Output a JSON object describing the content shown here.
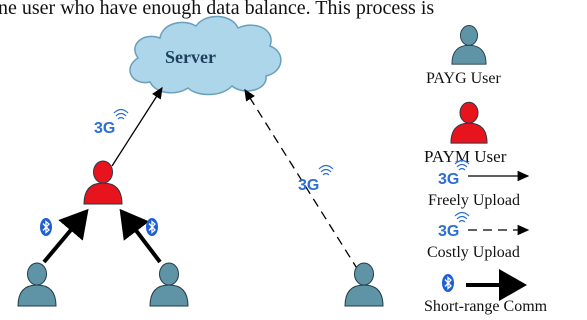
{
  "header": {
    "partial_text": "ne user who have enough data balance. This process is"
  },
  "diagram": {
    "server_label": "Server",
    "link_label_upload": "3G",
    "link_label_costly": "3G",
    "short_range_symbol": "bluetooth",
    "colors": {
      "payg_user": "#5e94a6",
      "paym_user": "#e8141d",
      "server_cloud": "#aed6ea",
      "network_text": "#2b6fd1",
      "bluetooth": "#1f5fd6"
    }
  },
  "legend": {
    "payg_label": "PAYG User",
    "paym_label": "PAYM User",
    "free_upload_label": "Freely Upload",
    "free_upload_symbol": "3G",
    "costly_upload_label": "Costly Upload",
    "costly_upload_symbol": "3G",
    "short_range_label": "Short-range Comm"
  }
}
